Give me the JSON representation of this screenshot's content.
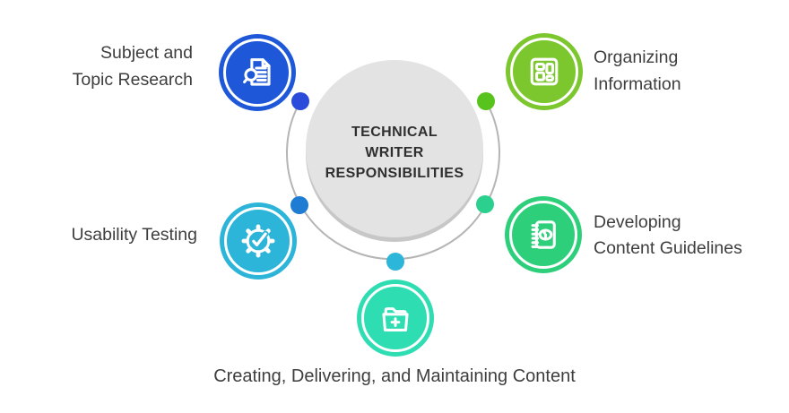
{
  "page_title": "Technical Writer Responsibilities",
  "center": {
    "line1": "TECHNICAL",
    "line2": "WRITER",
    "line3": "RESPONSIBILITIES",
    "circle_fill": "#e3e3e3",
    "circle_rim": "#c7c7c7",
    "text_color": "#2f2f2f"
  },
  "ring": {
    "color": "#b5b5b5"
  },
  "nodes": [
    {
      "name": "subject-topic-research",
      "lines": [
        "Subject and",
        "Topic Research"
      ],
      "icon": "document-search-icon",
      "color": "#1E57D8",
      "dot_color": "#2B4BDB"
    },
    {
      "name": "organizing-information",
      "lines": [
        "Organizing",
        "Information"
      ],
      "icon": "layout-grid-icon",
      "color": "#7CC72E",
      "dot_color": "#58C31C"
    },
    {
      "name": "usability-testing",
      "lines": [
        "Usability Testing"
      ],
      "icon": "gear-checkmark-icon",
      "color": "#2DB5D9",
      "dot_color": "#1E7CD2"
    },
    {
      "name": "developing-content-guidelines",
      "lines": [
        "Developing",
        "Content Guidelines"
      ],
      "icon": "notebook-info-icon",
      "color": "#2ECF7B",
      "dot_color": "#2BD08E"
    },
    {
      "name": "creating-delivering-maintaining-content",
      "lines": [
        "Creating, Delivering, and Maintaining Content"
      ],
      "icon": "folder-plus-icon",
      "color": "#2EDDB2",
      "dot_color": "#2CB6DA"
    }
  ],
  "label_color": "#3e3e3e",
  "background": "#ffffff"
}
